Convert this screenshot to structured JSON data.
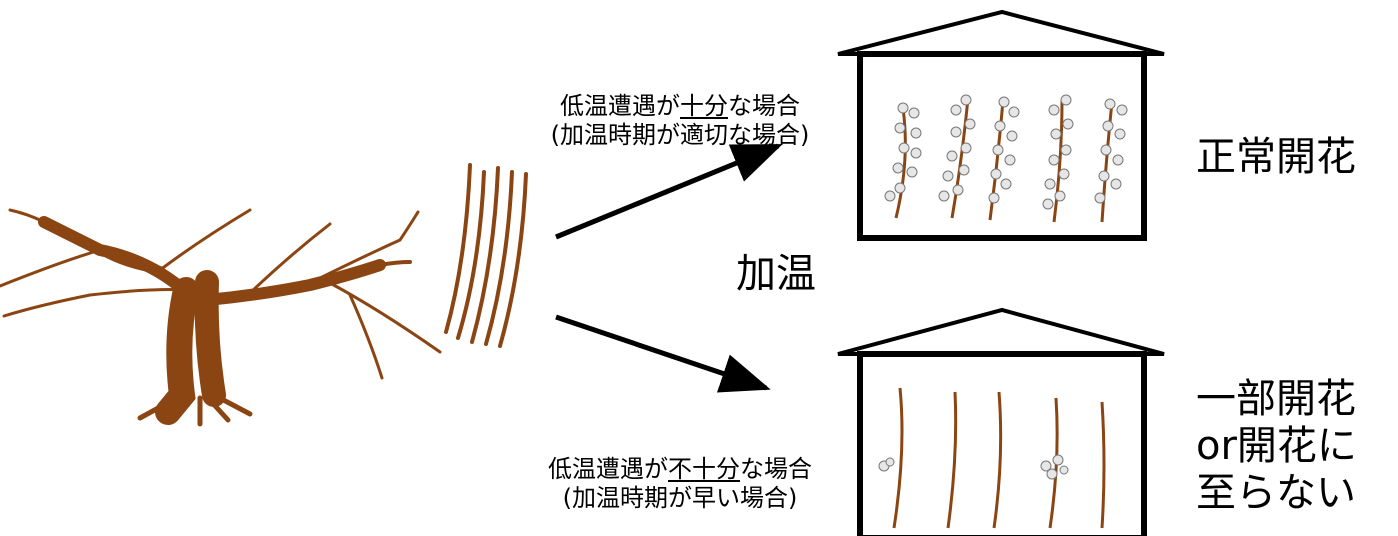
{
  "condition_sufficient": {
    "line1_pre": "低温遭遇が",
    "line1_underlined": "十分",
    "line1_post": "な場合",
    "line2": "(加温時期が適切な場合)"
  },
  "condition_insufficient": {
    "line1_pre": "低温遭遇が",
    "line1_underlined": "不十分",
    "line1_post": "な場合",
    "line2": "(加温時期が早い場合)"
  },
  "heating_label": "加温",
  "result_normal": "正常開花",
  "result_partial": {
    "line1": "一部開花",
    "line2": "or開花に",
    "line3": "至らない"
  },
  "colors": {
    "branch": "#8b4513",
    "arrow": "#000000",
    "frame": "#000000"
  },
  "icons": [
    "tree-icon",
    "cut-branches-icon",
    "greenhouse-icon",
    "flowering-branch-icon",
    "bare-branch-icon",
    "flower-icon"
  ]
}
